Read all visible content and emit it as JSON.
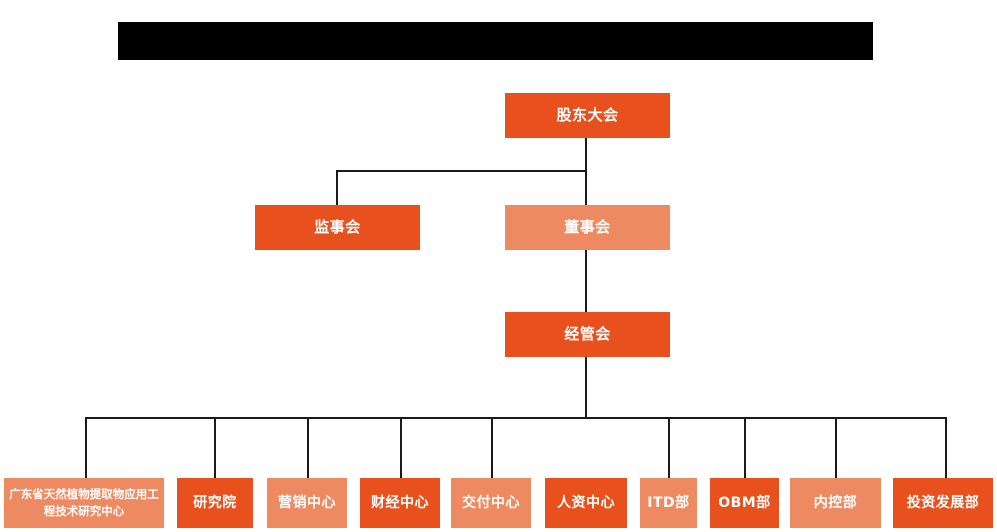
{
  "chart_data": {
    "type": "diagram",
    "title": "",
    "diagram_kind": "organization-chart",
    "orientation": "top-down",
    "levels": 4,
    "colors": {
      "dark_orange": "#E8501E",
      "light_salmon": "#EE8A62",
      "connector": "#1a1a1a",
      "text": "#ffffff",
      "background": "#ffffff",
      "redaction": "#000000"
    },
    "nodes": [
      {
        "id": "n1",
        "label": "股东大会",
        "level": 1,
        "color": "dark_orange"
      },
      {
        "id": "n2",
        "label": "监事会",
        "level": 2,
        "color": "dark_orange"
      },
      {
        "id": "n3",
        "label": "董事会",
        "level": 2,
        "color": "light_salmon"
      },
      {
        "id": "n4",
        "label": "经管会",
        "level": 3,
        "color": "dark_orange"
      },
      {
        "id": "d1",
        "label": "广东省天然植物提取物应用工程技术研究中心",
        "level": 4,
        "color": "light_salmon"
      },
      {
        "id": "d2",
        "label": "研究院",
        "level": 4,
        "color": "dark_orange"
      },
      {
        "id": "d3",
        "label": "营销中心",
        "level": 4,
        "color": "light_salmon"
      },
      {
        "id": "d4",
        "label": "财经中心",
        "level": 4,
        "color": "dark_orange"
      },
      {
        "id": "d5",
        "label": "交付中心",
        "level": 4,
        "color": "light_salmon"
      },
      {
        "id": "d6",
        "label": "人资中心",
        "level": 4,
        "color": "dark_orange"
      },
      {
        "id": "d7",
        "label": "ITD部",
        "level": 4,
        "color": "light_salmon"
      },
      {
        "id": "d8",
        "label": "OBM部",
        "level": 4,
        "color": "dark_orange"
      },
      {
        "id": "d9",
        "label": "内控部",
        "level": 4,
        "color": "light_salmon"
      },
      {
        "id": "d10",
        "label": "投资发展部",
        "level": 4,
        "color": "dark_orange"
      }
    ],
    "edges": [
      {
        "from": "n1",
        "to": "n2"
      },
      {
        "from": "n1",
        "to": "n3"
      },
      {
        "from": "n3",
        "to": "n4"
      },
      {
        "from": "n4",
        "to": "d1"
      },
      {
        "from": "n4",
        "to": "d2"
      },
      {
        "from": "n4",
        "to": "d3"
      },
      {
        "from": "n4",
        "to": "d4"
      },
      {
        "from": "n4",
        "to": "d5"
      },
      {
        "from": "n4",
        "to": "d6"
      },
      {
        "from": "n4",
        "to": "d7"
      },
      {
        "from": "n4",
        "to": "d8"
      },
      {
        "from": "n4",
        "to": "d9"
      },
      {
        "from": "n4",
        "to": "d10"
      }
    ]
  },
  "header": {
    "redaction_bar_label": ""
  },
  "level1": {
    "shareholders": "股东大会"
  },
  "level2": {
    "supervisors": "监事会",
    "directors": "董事会"
  },
  "level3": {
    "management": "经管会"
  },
  "departments": [
    {
      "label": "广东省天然植物提取物应用工程技术研究中心"
    },
    {
      "label": "研究院"
    },
    {
      "label": "营销中心"
    },
    {
      "label": "财经中心"
    },
    {
      "label": "交付中心"
    },
    {
      "label": "人资中心"
    },
    {
      "label": "ITD部"
    },
    {
      "label": "OBM部"
    },
    {
      "label": "内控部"
    },
    {
      "label": "投资发展部"
    }
  ]
}
